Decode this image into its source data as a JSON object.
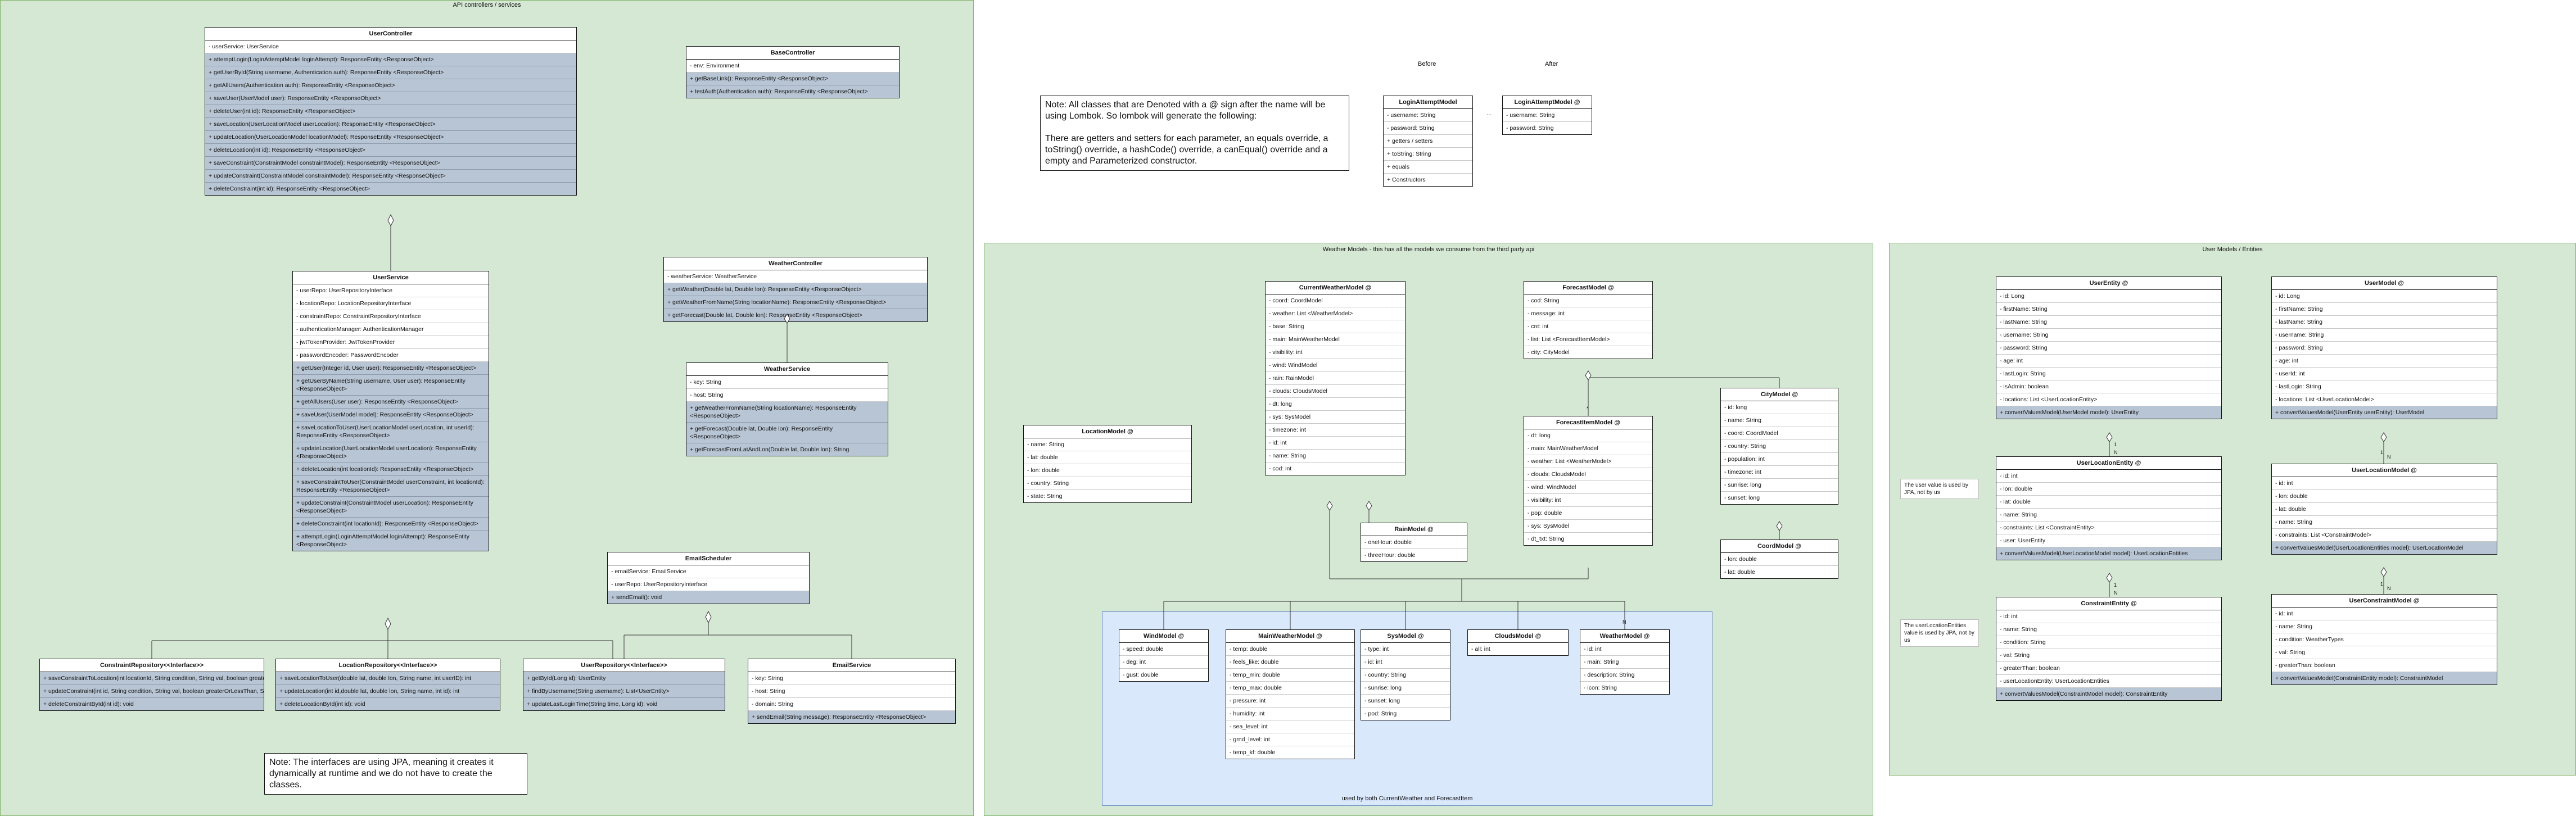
{
  "groups": {
    "api": "API controllers / services",
    "weather": "Weather Models - this has all the models we consume from the third party api",
    "user": "User Models / Entities",
    "shared": "used by both CurrentWeather and ForecastItem"
  },
  "notes": {
    "lombok": "Note: All classes that are Denoted with a @ sign after the name will be using Lombok. So lombok will generate the following:\n\nThere are getters and setters for each parameter, an equals override, a toString() override, a hashCode() override, a canEqual() override and a empty and Parameterized constructor.",
    "jpa": "Note: The interfaces are using JPA, meaning it creates it dynamically at runtime and we do not have to create the classes.",
    "userValue": "The user value is used by JPA, not by us",
    "userLocation": "The userLocationEntities value is used by JPA, not by us",
    "before": "Before",
    "after": "After",
    "dots": "..."
  },
  "classes": {
    "userController": {
      "title": "UserController",
      "fields": [
        "- userService: UserService"
      ],
      "methods": [
        "+ attemptLogin(LoginAttemptModel loginAttempt): ResponseEntity <ResponseObject>",
        "+ getUserById(String username, Authentication auth): ResponseEntity <ResponseObject>",
        "+ getAllUsers(Authentication auth): ResponseEntity <ResponseObject>",
        "+ saveUser(UserModel user): ResponseEntity <ResponseObject>",
        "+ deleteUser(int id): ResponseEntity <ResponseObject>",
        "+ saveLocation(UserLocationModel userLocation): ResponseEntity <ResponseObject>",
        "+ updateLocation(UserLocationModel locationModel): ResponseEntity <ResponseObject>",
        "+ deleteLocation(int id): ResponseEntity <ResponseObject>",
        "+ saveConstraint(ConstraintModel constraintModel): ResponseEntity <ResponseObject>",
        "+ updateConstraint(ConstraintModel constraintModel): ResponseEntity <ResponseObject>",
        "+ deleteConstraint(int id): ResponseEntity <ResponseObject>"
      ]
    },
    "baseController": {
      "title": "BaseController",
      "fields": [
        "- env: Environment"
      ],
      "methods": [
        "+ getBaseLink(): ResponseEntity <ResponseObject>",
        "+ testAuth(Authentication auth): ResponseEntity <ResponseObject>"
      ]
    },
    "userService": {
      "title": "UserService",
      "fields": [
        "- userRepo: UserRepositoryInterface",
        "- locationRepo: LocationRepositoryInterface",
        "- constraintRepo: ConstraintRepositoryInterface",
        "- authenticationManager: AuthenticationManager",
        "- jwtTokenProvider: JwtTokenProvider",
        "- passwordEncoder: PasswordEncoder"
      ],
      "methods": [
        "+ getUser(Integer id, User user): ResponseEntity <ResponseObject>",
        "+ getUserByName(String username, User user): ResponseEntity <ResponseObject>",
        "+ getAllUsers(User user): ResponseEntity <ResponseObject>",
        "+ saveUser(UserModel model): ResponseEntity <ResponseObject>",
        "+ saveLocationToUser(UserLocationModel userLocation, int userId): ResponseEntity <ResponseObject>",
        "+ updateLocation(UserLocationModel userLocation): ResponseEntity <ResponseObject>",
        "+ deleteLocation(int locationId): ResponseEntity <ResponseObject>",
        "+ saveConstraintToUser(ConstraintModel userConstraint, int locationId): ResponseEntity <ResponseObject>",
        "+ updateConstraint(ConstraintModel userLocation): ResponseEntity <ResponseObject>",
        "+ deleteConstraint(int locationId): ResponseEntity <ResponseObject>",
        "+ attemptLogin(LoginAttemptModel loginAttempt): ResponseEntity <ResponseObject>"
      ]
    },
    "weatherController": {
      "title": "WeatherController",
      "fields": [
        "- weatherService: WeatherService"
      ],
      "methods": [
        "+ getWeather(Double lat, Double lon): ResponseEntity <ResponseObject>",
        "+ getWeatherFromName(String locationName): ResponseEntity <ResponseObject>",
        "+ getForecast(Double lat, Double lon): ResponseEntity <ResponseObject>"
      ]
    },
    "weatherService": {
      "title": "WeatherService",
      "fields": [
        "- key: String",
        "- host: String"
      ],
      "methods": [
        "+ getWeatherFromName(String locationName): ResponseEntity <ResponseObject>",
        "+ getForecast(Double lat, Double lon): ResponseEntity <ResponseObject>",
        "+ getForecastFromLatAndLon(Double lat, Double lon): String"
      ]
    },
    "emailScheduler": {
      "title": "EmailScheduler",
      "fields": [
        "- emailService: EmailService",
        "- userRepo: UserRepositoryInterface"
      ],
      "methods": [
        "+ sendEmail(): void"
      ]
    },
    "constraintRepo": {
      "title": "ConstraintRepository<<Interface>>",
      "fields": [],
      "methods": [
        "+ saveConstraintToLocation(int locationId, String condition, String val, boolean greaterOrLessThan, String name ): int",
        "+ updateConstraint(int id, String condition, String val, boolean greaterOrLessThan, String name): int",
        "+ deleteConstraintById(int id): void"
      ]
    },
    "locationRepo": {
      "title": "LocationRepository<<Interface>>",
      "fields": [],
      "methods": [
        "+ saveLocationToUser(double lat, double lon, String name, int userID): int",
        "+ updateLocation(int id,double lat, double lon, String name, int id): int",
        "+ deleteLocationById(int id): void"
      ]
    },
    "userRepo": {
      "title": "UserRepository<<Interface>>",
      "fields": [],
      "methods": [
        "+ getById(Long id): UserEntity",
        "+ findByUsername(String username): List<UserEntity>",
        "+ updateLastLoginTime(String time, Long id): void"
      ]
    },
    "emailService": {
      "title": "EmailService",
      "fields": [
        "- key: String",
        "- host: String",
        "- domain: String"
      ],
      "methods": [
        "+ sendEmail(String message): ResponseEntity <ResponseObject>"
      ]
    },
    "loginBefore": {
      "title": "LoginAttemptModel",
      "fields": [
        "- username: String",
        "- password: String"
      ],
      "methods": [
        "+ getters / setters",
        "+ toString: String",
        "+ equals",
        "+ Constructors"
      ]
    },
    "loginAfter": {
      "title": "LoginAttemptModel @",
      "fields": [
        "- username: String",
        "- password: String"
      ],
      "methods": []
    },
    "currentWeather": {
      "title": "CurrentWeatherModel @",
      "fields": [
        "- coord: CoordModel",
        "- weather: List <WeatherModel>",
        "- base: String",
        "- main: MainWeatherModel",
        "- visibility: int",
        "- wind: WindModel",
        "- rain: RainModel",
        "- clouds: CloudsModel",
        "- dt: long",
        "- sys: SysModel",
        "- timezone: int",
        "- id: int",
        "- name: String",
        "- cod: int"
      ],
      "methods": []
    },
    "forecastModel": {
      "title": "ForecastModel @",
      "fields": [
        "- cod: String",
        "- message: int",
        "- cnt: int",
        "- list: List <ForecastItemModel>",
        "- city: CityModel"
      ],
      "methods": []
    },
    "forecastItem": {
      "title": "ForecastItemModel @",
      "fields": [
        "- dt: long",
        "- main: MainWeatherModel",
        "- weather: List <WeatherModel>",
        "- clouds: CloudsModel",
        "- wind: WindModel",
        "- visibility: int",
        "- pop: double",
        "- sys: SysModel",
        "- dt_txt: String"
      ],
      "methods": []
    },
    "cityModel": {
      "title": "CityModel @",
      "fields": [
        "- id: long",
        "- name: String",
        "- coord: CoordModel",
        "- country: String",
        "- population: int",
        "- timezone: int",
        "- sunrise: long",
        "- sunset: long"
      ],
      "methods": []
    },
    "coordModel": {
      "title": "CoordModel @",
      "fields": [
        "- lon: double",
        "- lat: double"
      ],
      "methods": []
    },
    "locationModel": {
      "title": "LocationModel @",
      "fields": [
        "- name: String",
        "- lat: double",
        "- lon: double",
        "- country: String",
        "- state: String"
      ],
      "methods": []
    },
    "rainModel": {
      "title": "RainModel @",
      "fields": [
        "- oneHour: double",
        "- threeHour: double"
      ],
      "methods": []
    },
    "windModel": {
      "title": "WindModel @",
      "fields": [
        "- speed: double",
        "- deg: int",
        "- gust: double"
      ],
      "methods": []
    },
    "mainWeather": {
      "title": "MainWeatherModel @",
      "fields": [
        "- temp: double",
        "- feels_like: double",
        "- temp_min: double",
        "- temp_max: double",
        "- pressure: int",
        "- humidity: int",
        "- sea_level: int",
        "- grnd_level: int",
        "- temp_kf: double"
      ],
      "methods": []
    },
    "sysModel": {
      "title": "SysModel @",
      "fields": [
        "- type: int",
        "- id: int",
        "- country: String",
        "- sunrise: long",
        "- sunset: long",
        "- pod: String"
      ],
      "methods": []
    },
    "cloudsModel": {
      "title": "CloudsModel @",
      "fields": [
        "- all: int"
      ],
      "methods": []
    },
    "weatherModel": {
      "title": "WeatherModel @",
      "fields": [
        "- id: int",
        "- main: String",
        "- description: String",
        "- icon: String"
      ],
      "methods": []
    },
    "userEntity": {
      "title": "UserEntity @",
      "fields": [
        "- id: Long",
        "- firstName: String",
        "- lastName: String",
        "- username: String",
        "- password: String",
        "- age: int",
        "- lastLogin: String",
        "- isAdmin: boolean",
        "- locations: List <UserLocationEntity>"
      ],
      "methods": [
        "+ convertValuesModel(UserModel model): UserEntity"
      ]
    },
    "userModel": {
      "title": "UserModel @",
      "fields": [
        "- id: Long",
        "- firstName: String",
        "- lastName: String",
        "- username: String",
        "- password: String",
        "- age: int",
        "- userId: int",
        "- lastLogin: String",
        "- locations: List <UserLocationModel>"
      ],
      "methods": [
        "+ convertValuesModel(UserEntity userEntity): UserModel"
      ]
    },
    "userLocationEntity": {
      "title": "UserLocationEntity @",
      "fields": [
        "- id: int",
        "- lon: double",
        "- lat: double",
        "- name: String",
        "- constraints: List <ConstraintEntity>",
        "- user: UserEntity"
      ],
      "methods": [
        "+ convertValuesModel(UserLocationModel model): UserLocationEntities"
      ]
    },
    "userLocationModel": {
      "title": "UserLocationModel @",
      "fields": [
        "- id: int",
        "- lon: double",
        "- lat: double",
        "- name: String",
        "- constraints: List <ConstraintModel>"
      ],
      "methods": [
        "+ convertValuesModel(UserLocationEntities model): UserLocationModel"
      ]
    },
    "constraintEntity": {
      "title": "ConstraintEntity @",
      "fields": [
        "- id: int",
        "- name: String",
        "- condition: String",
        "- val: String",
        "- greaterThan: boolean",
        "- userLocationEntity: UserLocationEntities"
      ],
      "methods": [
        "+ convertValuesModel(ConstraintModel model): ConstraintEntity"
      ]
    },
    "userConstraintModel": {
      "title": "UserConstraintModel @",
      "fields": [
        "- id: int",
        "- name: String",
        "- condition: WeatherTypes",
        "- val: String",
        "- greaterThan: boolean"
      ],
      "methods": [
        "+ convertValuesModel(ConstraintEntity model): ConstraintModel"
      ]
    }
  },
  "multiplicity": {
    "one": "1",
    "many": "N",
    "star": "*"
  }
}
